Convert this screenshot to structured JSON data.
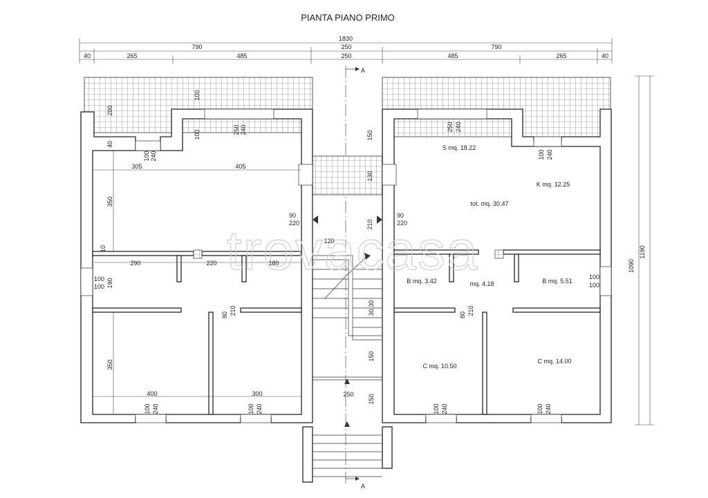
{
  "title": "PIANTA PIANO PRIMO",
  "watermark": "trovacasa",
  "section_marker": "A",
  "dimensions_top": {
    "total": "1830",
    "left_half": "790",
    "right_half": "790",
    "center_top": "250",
    "center_bottom": "250",
    "left_parts": [
      "40",
      "265",
      "485"
    ],
    "right_parts": [
      "485",
      "265",
      "40"
    ]
  },
  "dimensions_right": {
    "outer": "1190",
    "inner": "1090"
  },
  "rooms_right": {
    "soggiorno": "S mq. 18.22",
    "cucina": "K mq. 12.25",
    "totale": "tot. mq. 30.47",
    "bagno_1": "B mq. 3.42",
    "disimpegno": "mq. 4.18",
    "bagno_2": "B mq. 5.51",
    "camera_1": "C mq. 10.50",
    "camera_2": "C mq. 14.00"
  },
  "labels_left": {
    "w_top_main": "250\n240",
    "w_terr": "100\n240",
    "terr_depth": "200",
    "terr_100": "100",
    "wall_100": "100",
    "wall_40": "40",
    "room_305": "305",
    "room_405": "405",
    "height_350a": "350",
    "door_90": "90",
    "door_220": "220",
    "wall_10": "10",
    "w_290": "290",
    "w_220": "220",
    "w_180": "180",
    "side_win": "100",
    "side_win_b": "100",
    "h_190": "190",
    "d_80": "80",
    "d_210": "210",
    "height_350b": "350",
    "w_400": "400",
    "w_300": "300",
    "bw1": "100",
    "bw1b": "240",
    "bw2": "100",
    "bw2b": "240"
  },
  "labels_right": {
    "w_top": "250",
    "w_top_b": "240",
    "w_k": "100",
    "w_k_b": "240",
    "door_90": "90",
    "door_220": "220",
    "side_win": "100",
    "side_win_b": "100",
    "d_80": "80",
    "d_210": "210",
    "bw1": "100",
    "bw1b": "240",
    "bw2": "100",
    "bw2b": "240"
  },
  "stair": {
    "d_150a": "150",
    "d_130": "130",
    "d_210": "210",
    "d_120": "120",
    "d_3030": "30,30",
    "d_150b": "150",
    "d_250": "250",
    "d_150c": "150"
  }
}
